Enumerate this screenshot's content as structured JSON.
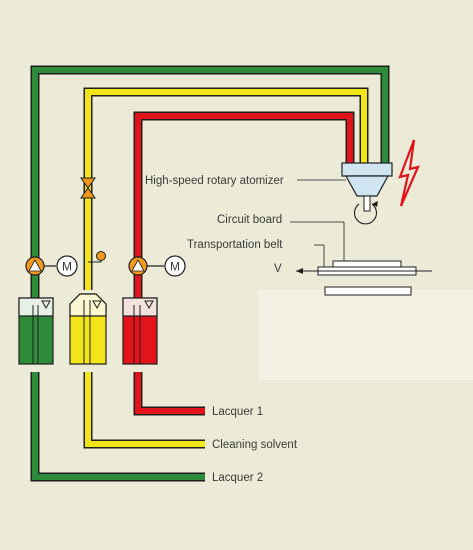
{
  "labels": {
    "atomizer": "High-speed rotary atomizer",
    "circuit_board": "Circuit board",
    "transport_belt": "Transportation belt",
    "velocity": "V",
    "lacquer1": "Lacquer 1",
    "solvent": "Cleaning solvent",
    "lacquer2": "Lacquer 2",
    "motor_left": "M",
    "motor_right": "M"
  },
  "colors": {
    "background": "#ecebd8",
    "lacquer2": "#2e8b3a",
    "solvent": "#f2e619",
    "lacquer1": "#e3131b",
    "pump": "#f39a1e",
    "atomizer": "#cfe6f2",
    "lightning": "#e3131b"
  }
}
